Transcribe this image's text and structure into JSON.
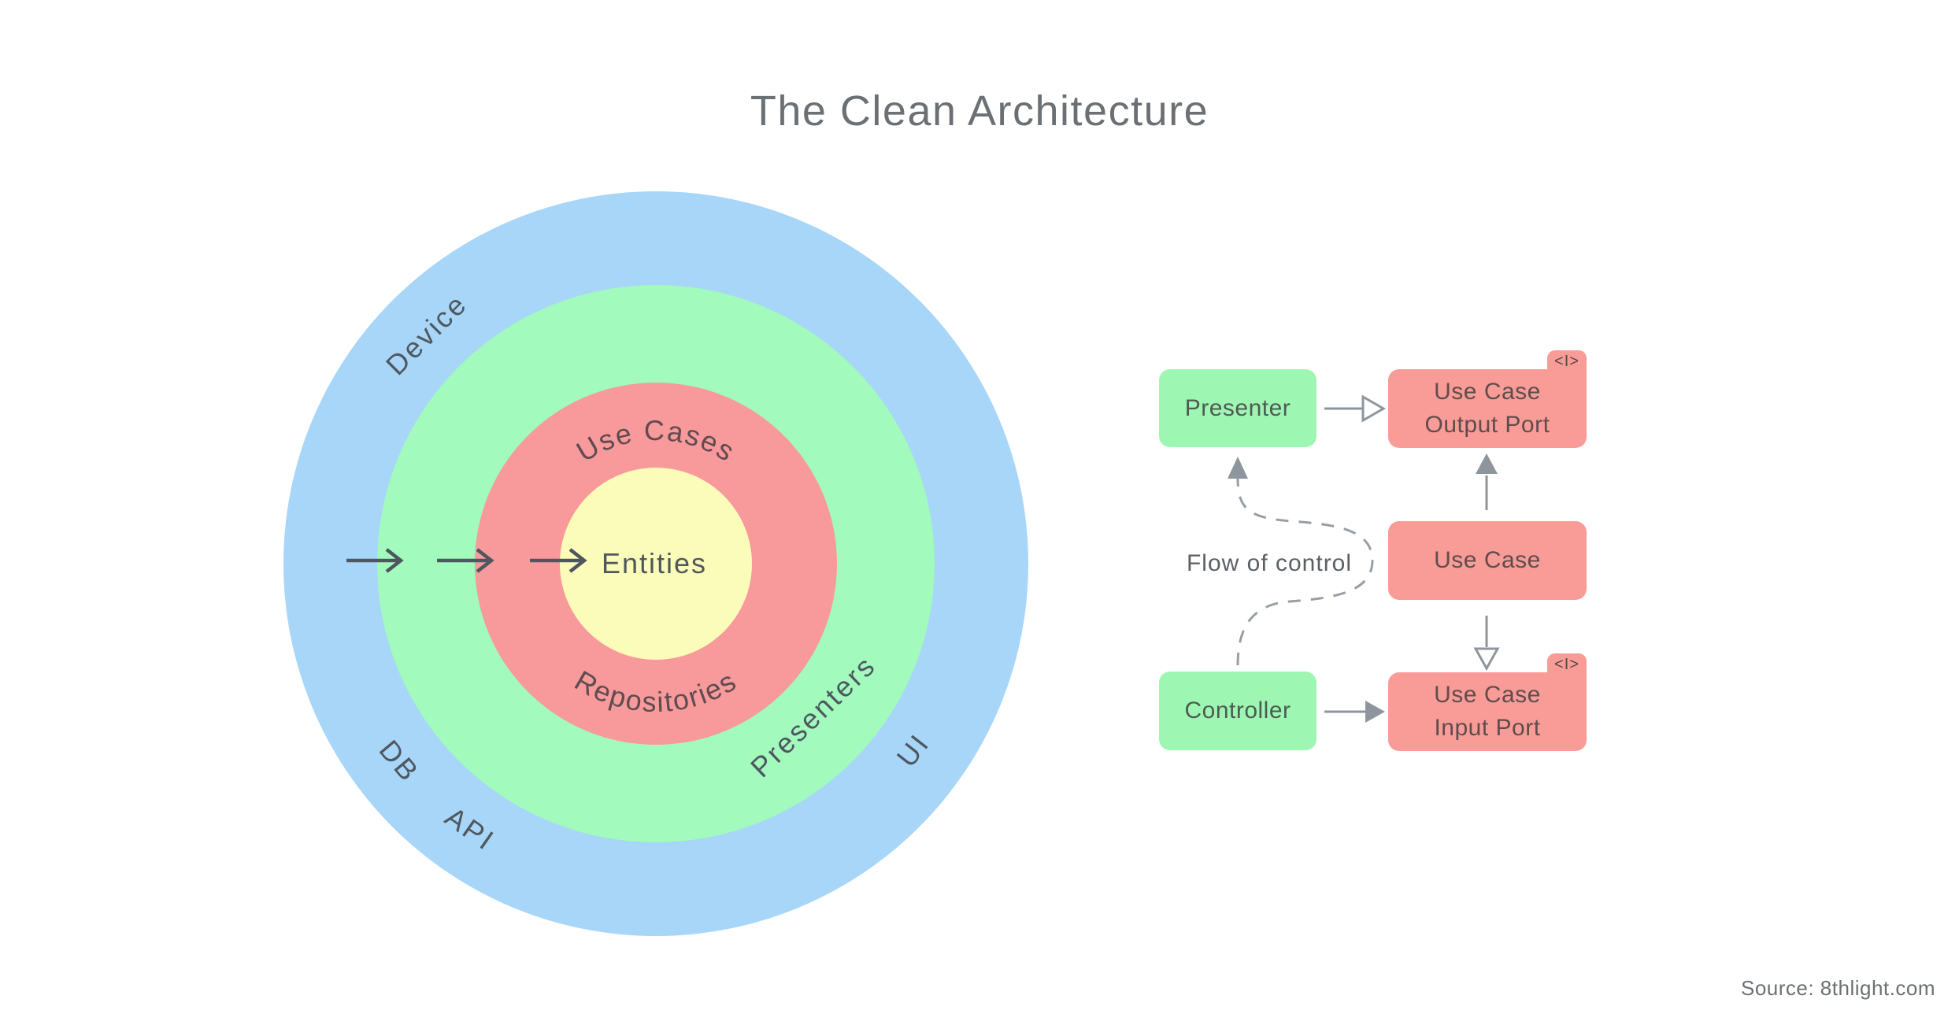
{
  "title": "The Clean Architecture",
  "source_note": "Source: 8thlight.com",
  "colors": {
    "ring_blue": "#a8d6f8",
    "ring_green": "#a2fabd",
    "ring_red": "#f8999b",
    "ring_yellow": "#fbfcb9",
    "box_green": "#9df7b3",
    "box_red": "#f99b97"
  },
  "circle_diagram": {
    "entities_label": "Entities",
    "use_cases_label": "Use Cases",
    "repositories_label": "Repositories",
    "presenters_label": "Presenters",
    "device_label": "Device",
    "db_label": "DB",
    "api_label": "API",
    "ui_label": "UI"
  },
  "flow_diagram": {
    "presenter_label": "Presenter",
    "controller_label": "Controller",
    "use_case_label": "Use Case",
    "output_port_lines": [
      "Use Case",
      "Output Port"
    ],
    "input_port_lines": [
      "Use Case",
      "Input Port"
    ],
    "interface_tag": "<I>",
    "flow_of_control_label": "Flow of control"
  }
}
